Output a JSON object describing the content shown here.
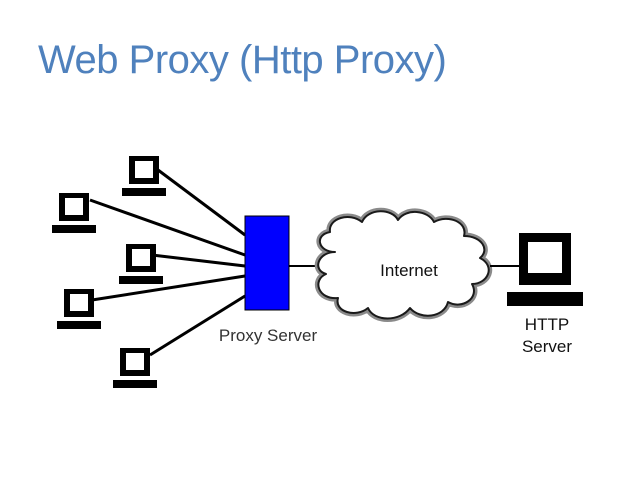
{
  "title": "Web Proxy (Http Proxy)",
  "colors": {
    "title": "#4F81BD",
    "proxy_fill": "#0000FF",
    "line": "#000000",
    "label_proxy": "#333333"
  },
  "icons": {
    "client": "computer-icon",
    "server": "computer-icon",
    "proxy": "server-box",
    "internet": "cloud-shape"
  },
  "diagram": {
    "proxy_label": "Proxy Server",
    "internet_label": "Internet",
    "server_label_line1": "HTTP",
    "server_label_line2": "Server",
    "clients": [
      "client-1",
      "client-2",
      "client-3",
      "client-4",
      "client-5"
    ]
  }
}
